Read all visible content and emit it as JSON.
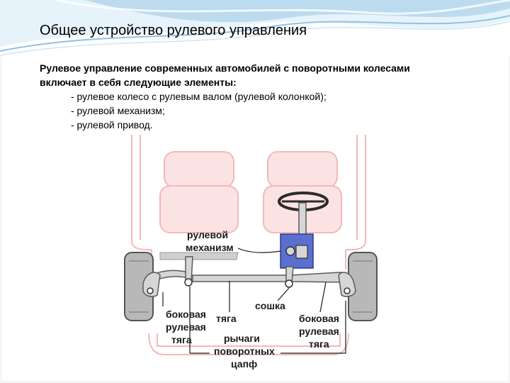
{
  "slide": {
    "title": "Общее устройство рулевого управления",
    "intro_line1": "Рулевое управление современных автомобилей с поворотными колесами",
    "intro_line2": "включает в себя следующие элементы:",
    "items": [
      "- рулевое колесо с рулевым валом (рулевой колонкой);",
      "- рулевой механизм;",
      "- рулевой привод."
    ]
  },
  "diagram": {
    "labels": {
      "mechanism_1": "рулевой",
      "mechanism_2": "механизм",
      "side_rod_left_1": "боковая",
      "side_rod_left_2": "рулевая",
      "side_rod_left_3": "тяга",
      "center_rod": "тяга",
      "pitman_arm": "сошка",
      "side_rod_right_1": "боковая",
      "side_rod_right_2": "рулевая",
      "side_rod_right_3": "тяга",
      "levers_1": "рычаги",
      "levers_2": "поворотных",
      "levers_3": "цапф"
    }
  },
  "colors": {
    "body_outline": "#f3b9b9",
    "seat_fill": "#fbe3e3",
    "wheel_tire": "#b8b8b8",
    "gearbox": "#5b6fd0",
    "linkage": "#d6d6d6",
    "linkage_stroke": "#5a5a5a",
    "wave_light": "#bcdbef",
    "wave_mid": "#8ec3e6"
  }
}
